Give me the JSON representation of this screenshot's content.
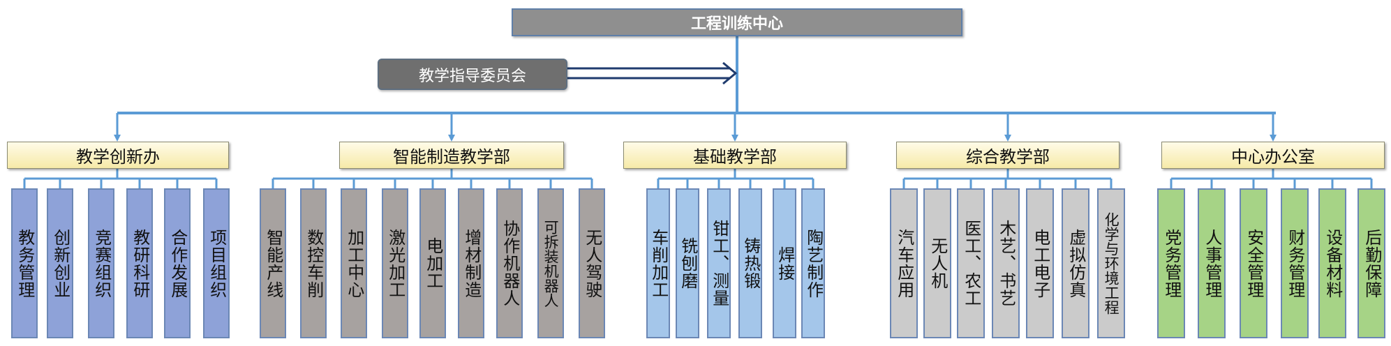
{
  "root": "工程训练中心",
  "advisory": "教学指导委员会",
  "colors": {
    "line": "#5b9bd5",
    "root_bg": "#8f8f8f",
    "advisory_bg": "#6f6f6f",
    "dept_bg": "#f6eaa8"
  },
  "departments": [
    {
      "name": "教学创新办",
      "color": "#8ea2d8",
      "units": [
        "教务管理",
        "创新创业",
        "竞赛组织",
        "教研科研",
        "合作发展",
        "项目组织"
      ]
    },
    {
      "name": "智能制造教学部",
      "color": "#a7a2a0",
      "units": [
        "智能产线",
        "数控车削",
        "加工中心",
        "激光加工",
        "电加工",
        "增材制造",
        "协作机器人",
        "可拆装机器人",
        "无人驾驶"
      ]
    },
    {
      "name": "基础教学部",
      "color": "#a4c6ea",
      "units": [
        "车削加工",
        "铣刨磨",
        "钳工、测量",
        "铸热锻",
        "焊接",
        "陶艺制作"
      ]
    },
    {
      "name": "综合教学部",
      "color": "#cbcbcb",
      "units": [
        "汽车应用",
        "无人机",
        "医工、农工",
        "木艺、书艺",
        "电工电子",
        "虚拟仿真",
        "化学与环境工程"
      ]
    },
    {
      "name": "中心办公室",
      "color": "#a6d386",
      "units": [
        "党务管理",
        "人事管理",
        "安全管理",
        "财务管理",
        "设备材料",
        "后勤保障"
      ]
    }
  ]
}
